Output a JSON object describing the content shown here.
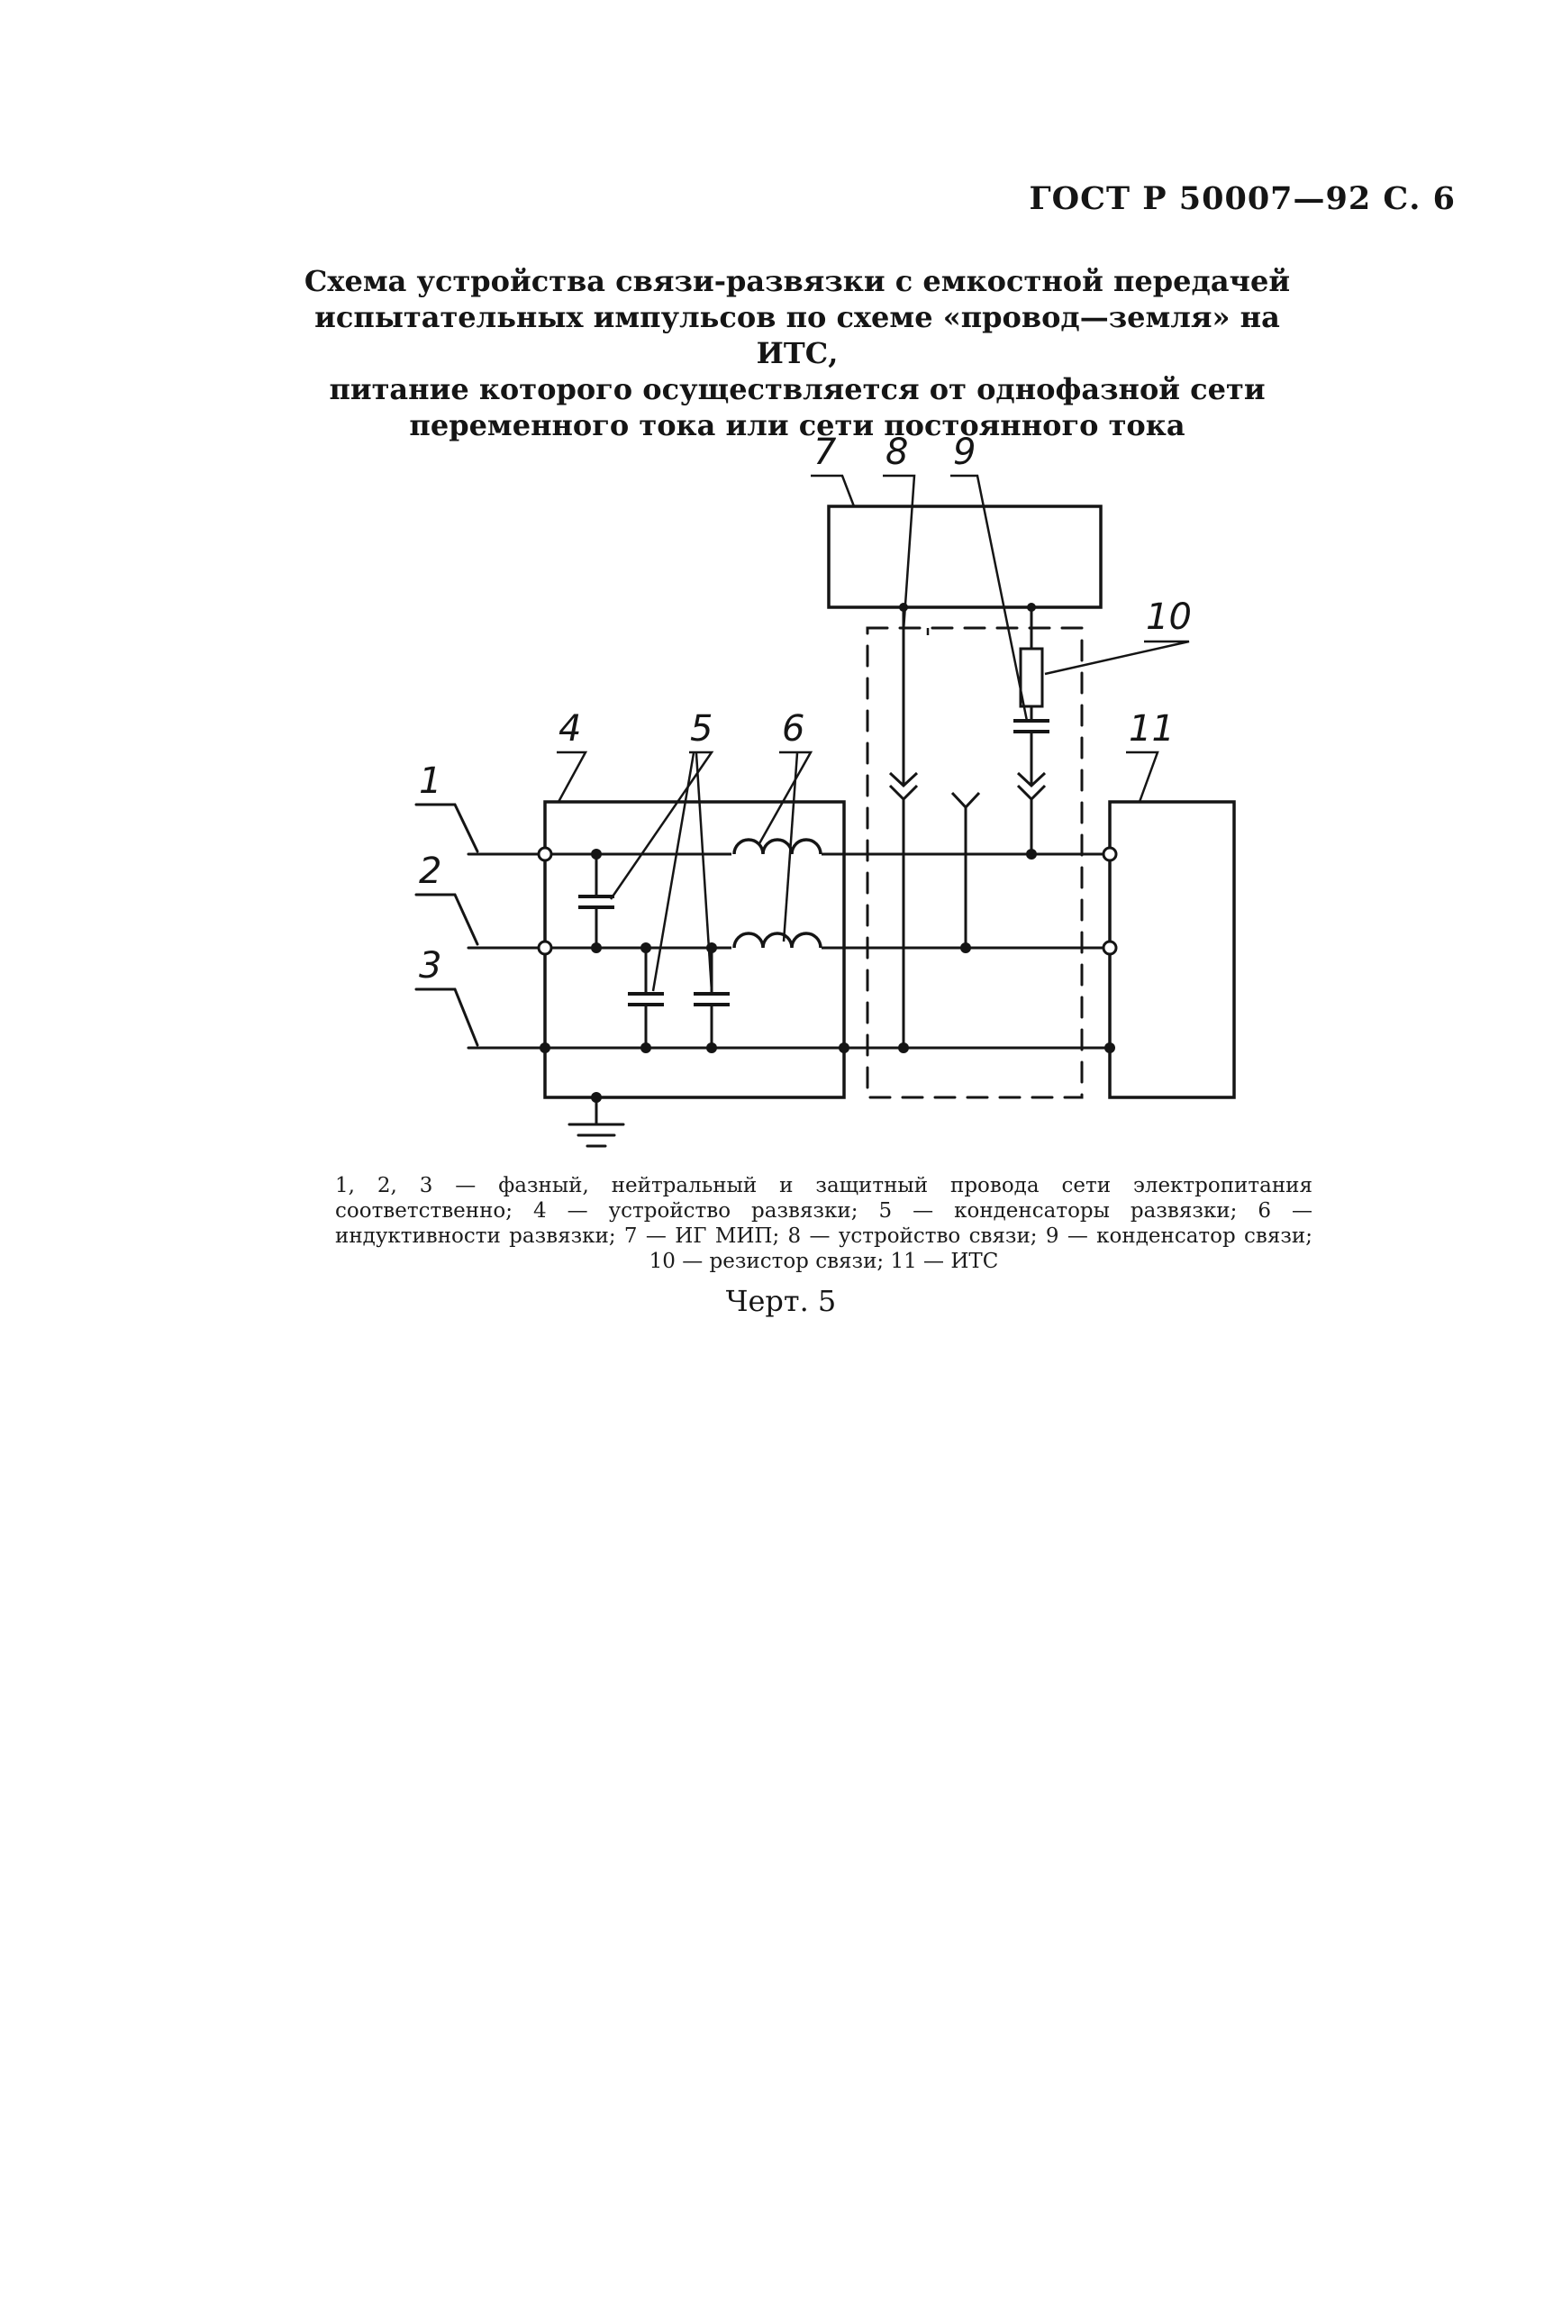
{
  "header": "ГОСТ Р 50007—92 С. 6",
  "title_lines": [
    "Схема устройства связи-развязки с емкостной передачей",
    "испытательных импульсов по схеме «провод—земля» на ИТС,",
    "питание которого осуществляется от однофазной сети",
    "переменного тока или сети постоянного тока"
  ],
  "diagram_labels": {
    "n1": "1",
    "n2": "2",
    "n3": "3",
    "n4": "4",
    "n5": "5",
    "n6": "6",
    "n7": "7",
    "n8": "8",
    "n9": "9",
    "n10": "10",
    "n11": "11"
  },
  "caption": "1, 2, 3 — фазный, нейтральный и защитный провода сети электропитания соответственно; 4 — устройство развязки; 5 — конденсаторы развязки; 6 — индуктивности развязки; 7 — ИГ МИП; 8 — устройство связи; 9 — конденсатор связи; 10 — резистор связи; 11 — ИТС",
  "figure_label": "Черт. 5"
}
